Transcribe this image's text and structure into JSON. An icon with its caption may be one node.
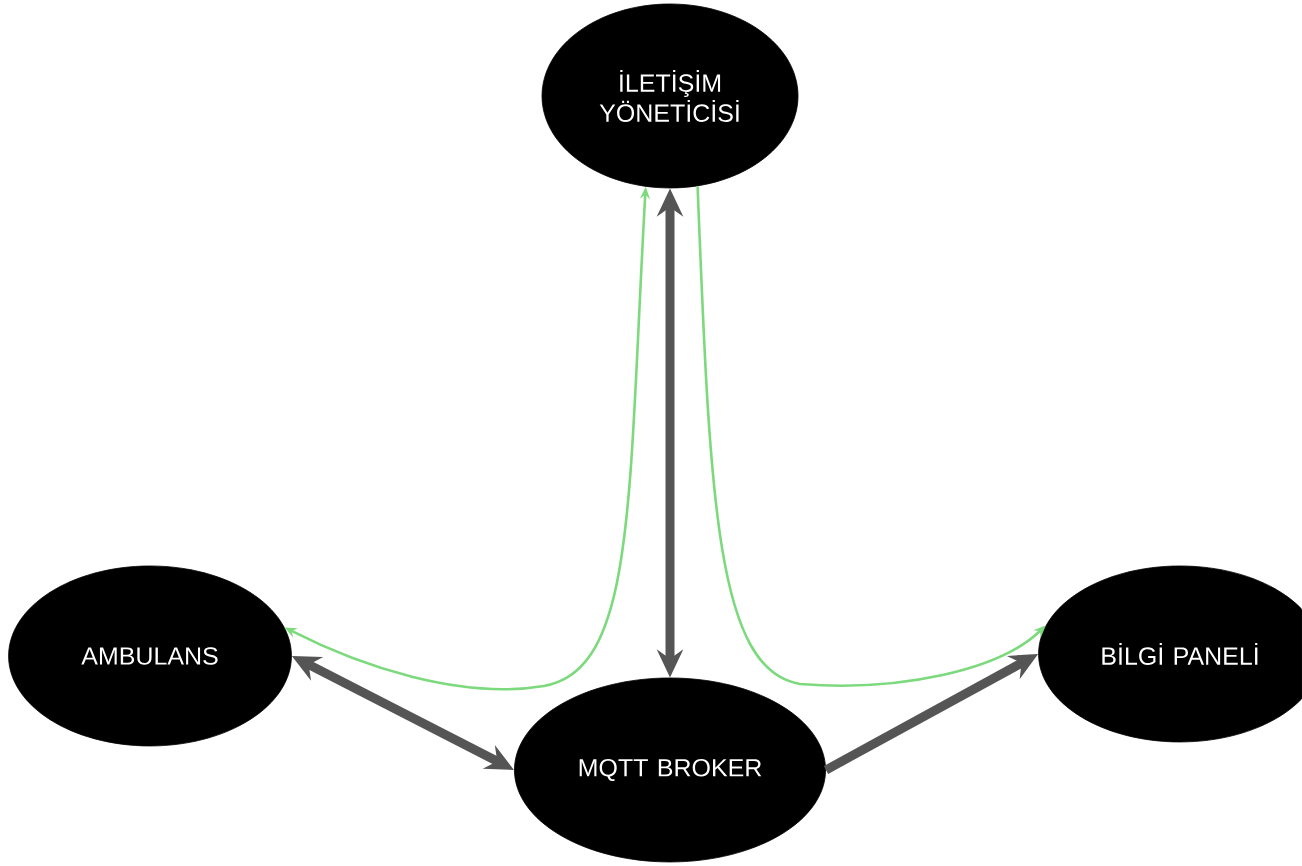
{
  "diagram": {
    "nodes": [
      {
        "text": [
          "İLETİŞİM YÖNETİCİSİ"
        ]
      },
      {
        "text": [
          "AMBULANS"
        ]
      },
      {
        "text": [
          "MQTT BROKER"
        ]
      },
      {
        "text": [
          "BİLGİ PANELİ"
        ]
      }
    ],
    "edges": [
      {
        "from": 0,
        "to": 2,
        "arrow": "both"
      },
      {
        "from": 1,
        "to": 2,
        "arrow": "both"
      },
      {
        "from": 2,
        "to": 3,
        "arrow": "to"
      },
      {
        "from": 0,
        "to": 1,
        "arrow": "both",
        "color": "#7dd97d"
      },
      {
        "from": 0,
        "to": 3,
        "arrow": "to",
        "color": "#7dd97d"
      }
    ]
  }
}
